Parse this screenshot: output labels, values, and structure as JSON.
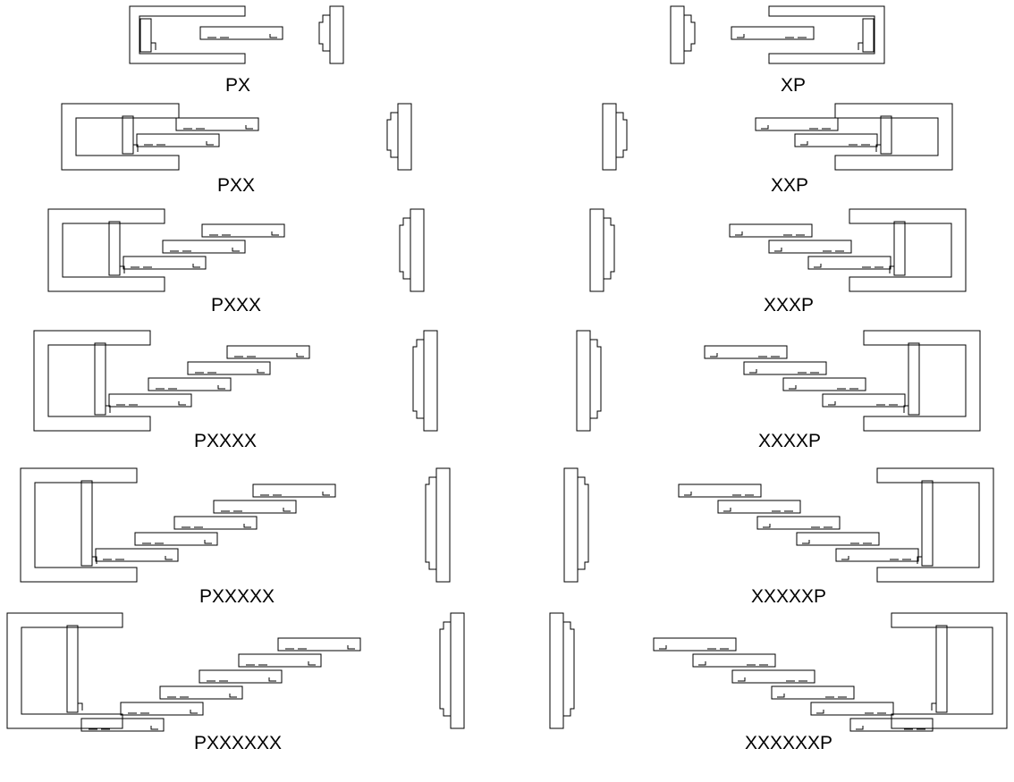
{
  "diagram": {
    "description_labels": [
      "PX",
      "XP",
      "PXX",
      "XXP",
      "PXXX",
      "XXXP",
      "PXXXX",
      "XXXXP",
      "PXXXXX",
      "XXXXXP",
      "PXXXXXX",
      "XXXXXXP"
    ],
    "configurations": [
      {
        "label": "PX",
        "panels": 1,
        "fixed_side": "left"
      },
      {
        "label": "XP",
        "panels": 1,
        "fixed_side": "right"
      },
      {
        "label": "PXX",
        "panels": 2,
        "fixed_side": "left"
      },
      {
        "label": "XXP",
        "panels": 2,
        "fixed_side": "right"
      },
      {
        "label": "PXXX",
        "panels": 3,
        "fixed_side": "left"
      },
      {
        "label": "XXXP",
        "panels": 3,
        "fixed_side": "right"
      },
      {
        "label": "PXXXX",
        "panels": 4,
        "fixed_side": "left"
      },
      {
        "label": "XXXXP",
        "panels": 4,
        "fixed_side": "right"
      },
      {
        "label": "PXXXXX",
        "panels": 5,
        "fixed_side": "left"
      },
      {
        "label": "XXXXXP",
        "panels": 5,
        "fixed_side": "right"
      },
      {
        "label": "PXXXXXX",
        "panels": 6,
        "fixed_side": "left"
      },
      {
        "label": "XXXXXXP",
        "panels": 6,
        "fixed_side": "right"
      }
    ],
    "stroke_color": "#000000",
    "background_color": "#ffffff"
  }
}
